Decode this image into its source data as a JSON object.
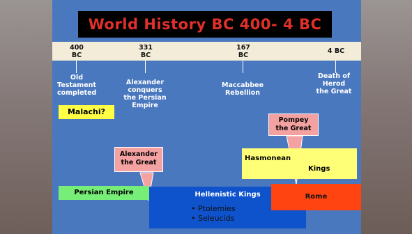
{
  "title": "World History BC 400- 4 BC",
  "timeline": [
    {
      "line1": "400",
      "line2": "BC"
    },
    {
      "line1": "331",
      "line2": "BC"
    },
    {
      "line1": "167",
      "line2": "BC"
    },
    {
      "line1": "4 BC",
      "line2": ""
    }
  ],
  "events": {
    "e1": [
      "Old",
      "Testament",
      "completed"
    ],
    "e2": [
      "Alexander",
      "conquers",
      "the Persian",
      "Empire"
    ],
    "e3": [
      "Maccabbee",
      "Rebellion"
    ],
    "e4": [
      "Death of",
      "Herod",
      "the Great"
    ]
  },
  "malachi": "Malachi?",
  "callouts": {
    "alexander": [
      "Alexander",
      "the Great"
    ],
    "pompey": [
      "Pompey",
      "the Great"
    ]
  },
  "periods": {
    "persian": "Persian Empire",
    "hellenistic_title": "Hellenistic Kings",
    "hellenistic_items": [
      "Ptolemies",
      "Seleucids"
    ],
    "hasmonean": "Hasmonean",
    "kings": "Kings",
    "rome": "Rome"
  },
  "colors": {
    "slide_bg": "#4a78bf",
    "title_text": "#e0302a",
    "persian": "#77ee77",
    "hellenistic": "#0e52cc",
    "hasmonean": "#ffff77",
    "rome": "#ff4411",
    "callout": "#f4a1a1"
  }
}
